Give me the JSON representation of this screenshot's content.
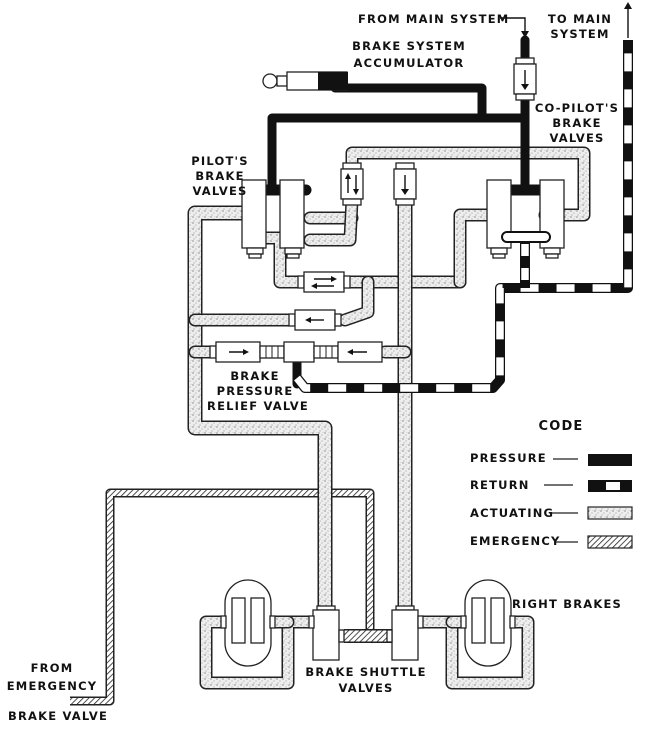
{
  "diagram": {
    "title": "Brake system schematic",
    "labels": {
      "from_main_system": "FROM MAIN SYSTEM",
      "to_main_system_1": "TO MAIN",
      "to_main_system_2": "SYSTEM",
      "accumulator_1": "BRAKE SYSTEM",
      "accumulator_2": "ACCUMULATOR",
      "copilot_1": "CO-PILOT'S",
      "copilot_2": "BRAKE",
      "copilot_3": "VALVES",
      "pilot_1": "PILOT'S",
      "pilot_2": "BRAKE",
      "pilot_3": "VALVES",
      "relief_1": "BRAKE",
      "relief_2": "PRESSURE",
      "relief_3": "RELIEF VALVE",
      "right_brakes": "RIGHT BRAKES",
      "shuttle_1": "BRAKE SHUTTLE",
      "shuttle_2": "VALVES",
      "emergency_1": "FROM",
      "emergency_2": "EMERGENCY",
      "emergency_3": "BRAKE VALVE"
    },
    "legend": {
      "title": "CODE",
      "items": [
        {
          "key": "pressure",
          "label": "PRESSURE",
          "pattern": "solid-black"
        },
        {
          "key": "return",
          "label": "RETURN",
          "pattern": "black-white-dashed"
        },
        {
          "key": "actuating",
          "label": "ACTUATING",
          "pattern": "stippled"
        },
        {
          "key": "emergency",
          "label": "EMERGENCY",
          "pattern": "hatched"
        }
      ]
    },
    "colors": {
      "ink": "#111111",
      "paper": "#ffffff",
      "stipple": "#d8d8d8"
    }
  }
}
